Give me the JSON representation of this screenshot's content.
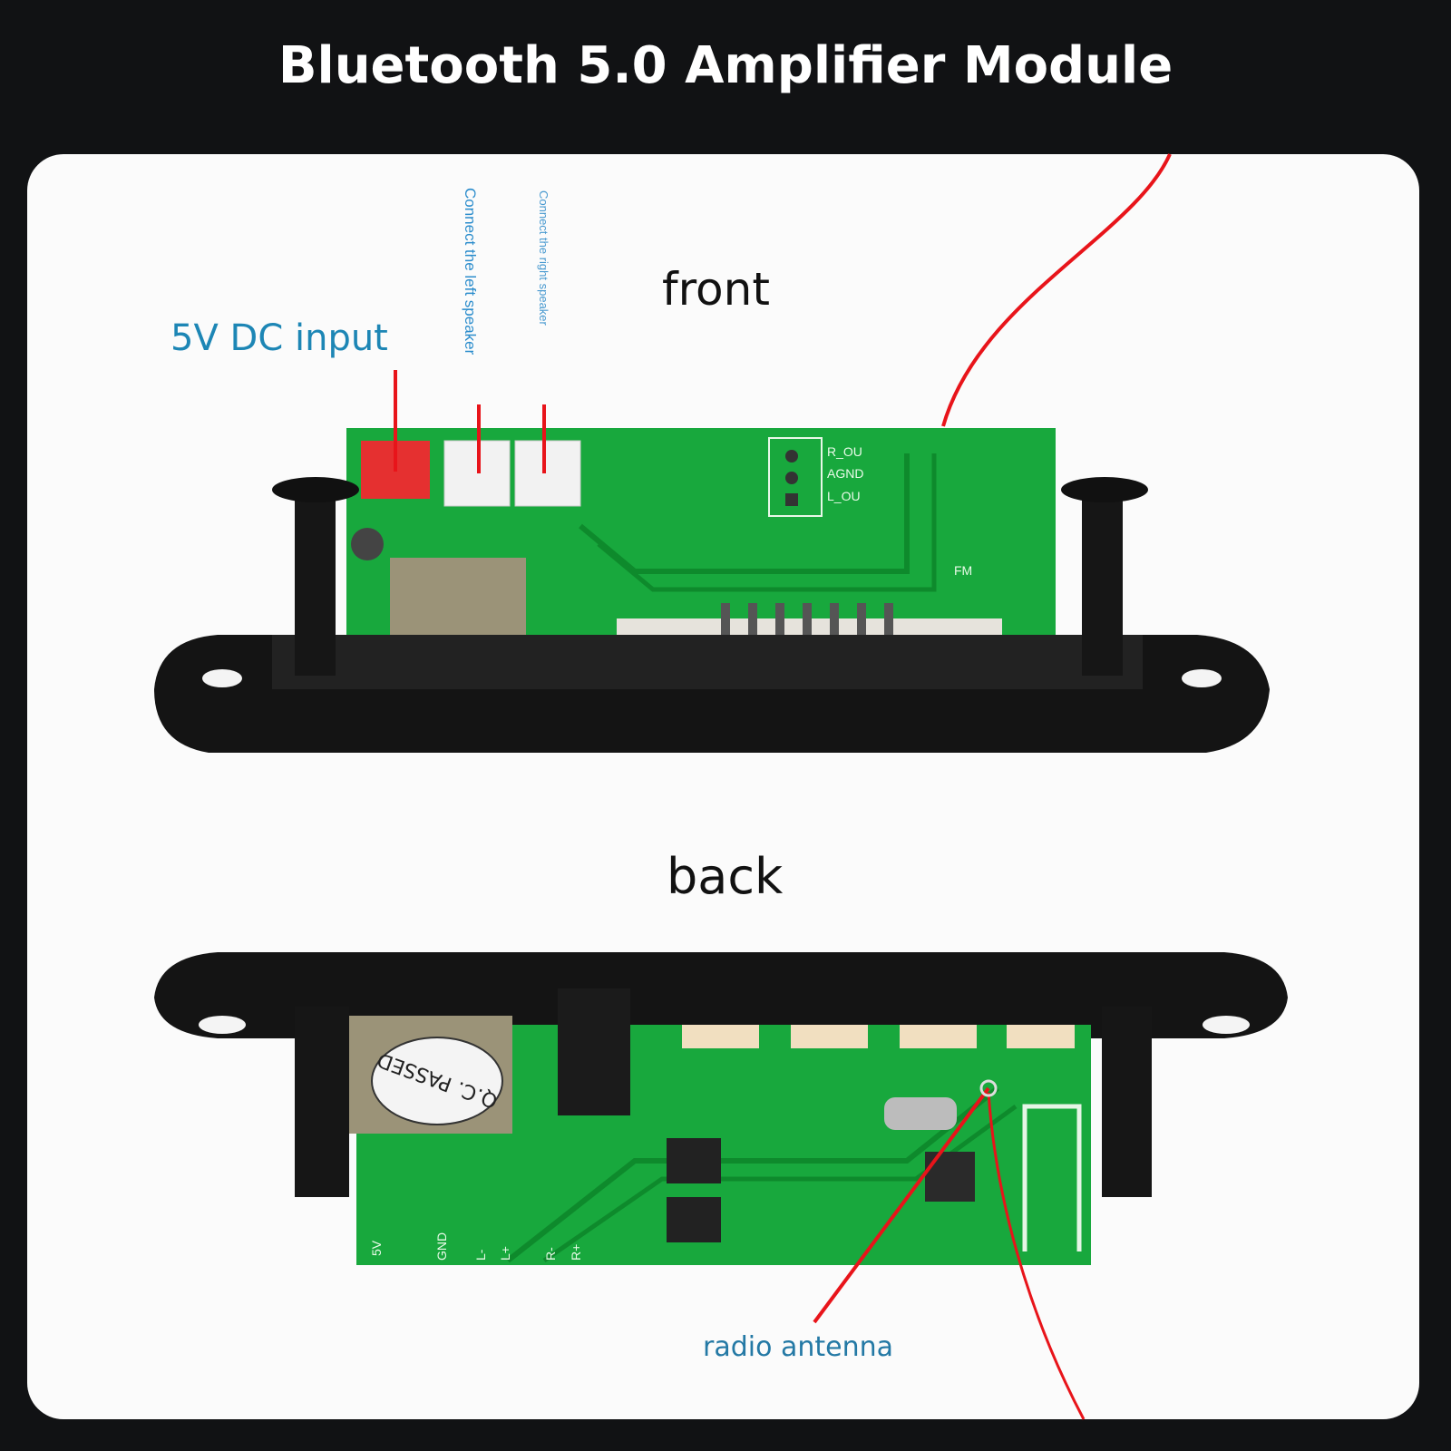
{
  "title": "Bluetooth 5.0 Amplifier Module",
  "labels": {
    "front": "front",
    "back": "back",
    "dc_input": "5V DC input",
    "left_speaker": "Connect the left speaker",
    "right_speaker": "Connect the right speaker",
    "radio_antenna": "radio antenna"
  },
  "silkscreen_front": [
    "R_OU",
    "AGND",
    "L_OU",
    "FM"
  ],
  "silkscreen_back": [
    "5V",
    "GND",
    "L-",
    "L+",
    "R-",
    "R+"
  ],
  "sticker": "Q.C. PASSED",
  "colors": {
    "background": "#111214",
    "panel": "#fbfbfb",
    "pcb": "#17a83c",
    "label_blue": "#1d86b5",
    "wire_red": "#e8141a",
    "case_black": "#141414"
  }
}
